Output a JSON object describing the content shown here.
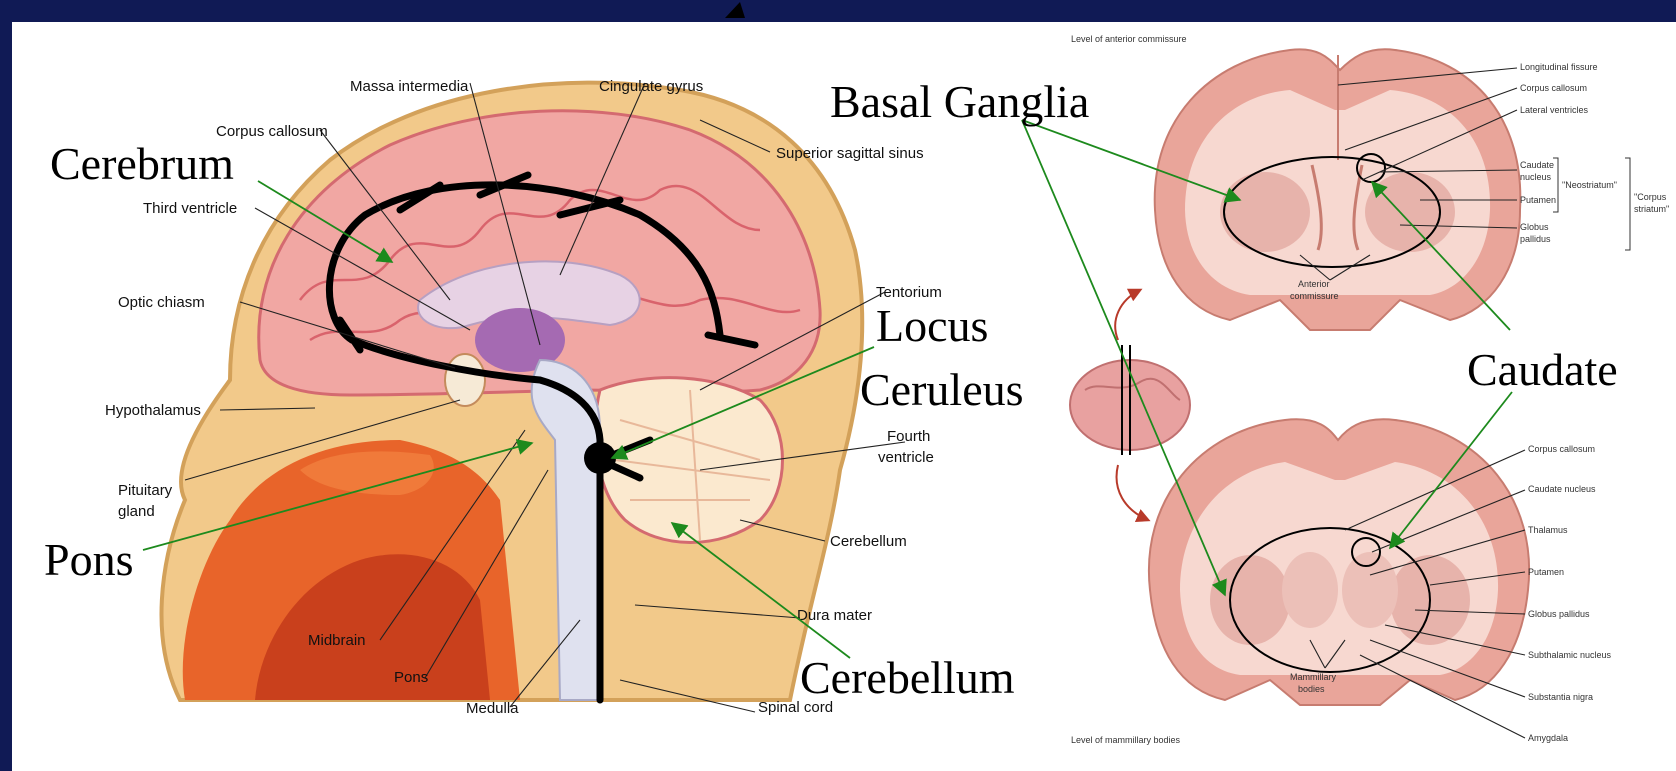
{
  "slide_header_visible_text": "",
  "colors": {
    "slide_bg": "#101a55",
    "brain_tissue": "#f1a7a3",
    "face_orange": "#e8642a",
    "arrow_green": "#1d8a1d",
    "coronal_tissue": "#f3c7be"
  },
  "sagittal": {
    "labels": {
      "massa_intermedia": "Massa intermedia",
      "cingulate_gyrus": "Cingulate gyrus",
      "corpus_callosum": "Corpus callosum",
      "superior_sagittal_sinus": "Superior sagittal sinus",
      "third_ventricle": "Third ventricle",
      "optic_chiasm": "Optic chiasm",
      "tentorium": "Tentorium",
      "hypothalamus": "Hypothalamus",
      "fourth_ventricle_1": "Fourth",
      "fourth_ventricle_2": "ventricle",
      "pituitary_1": "Pituitary",
      "pituitary_2": "gland",
      "cerebellum_small": "Cerebellum",
      "midbrain": "Midbrain",
      "dura_mater": "Dura mater",
      "pons_small": "Pons",
      "medulla": "Medulla",
      "spinal_cord": "Spinal cord"
    },
    "callouts": {
      "cerebrum": "Cerebrum",
      "locus_1": "Locus",
      "locus_2": "Ceruleus",
      "pons": "Pons",
      "cerebellum": "Cerebellum"
    }
  },
  "coronal": {
    "top_level": "Level of anterior commissure",
    "bottom_level": "Level of mammillary bodies",
    "top_labels": {
      "longitudinal_fissure": "Longitudinal fissure",
      "corpus_callosum": "Corpus callosum",
      "lateral_ventricles": "Lateral ventricles",
      "caudate_1": "Caudate",
      "caudate_2": "nucleus",
      "putamen": "Putamen",
      "globus_1": "Globus",
      "globus_2": "pallidus",
      "neostriatum": "\"Neostriatum\"",
      "corpus_striatum_1": "\"Corpus",
      "corpus_striatum_2": "striatum\"",
      "anterior_1": "Anterior",
      "anterior_2": "commissure"
    },
    "bottom_labels": {
      "corpus_callosum": "Corpus callosum",
      "caudate_nucleus": "Caudate nucleus",
      "thalamus": "Thalamus",
      "putamen": "Putamen",
      "globus_pallidus": "Globus pallidus",
      "subthalamic_nucleus": "Subthalamic nucleus",
      "substantia_nigra": "Substantia nigra",
      "amygdala": "Amygdala",
      "mammillary_1": "Mammillary",
      "mammillary_2": "bodies"
    },
    "callouts": {
      "basal_ganglia": "Basal Ganglia",
      "caudate": "Caudate"
    }
  }
}
